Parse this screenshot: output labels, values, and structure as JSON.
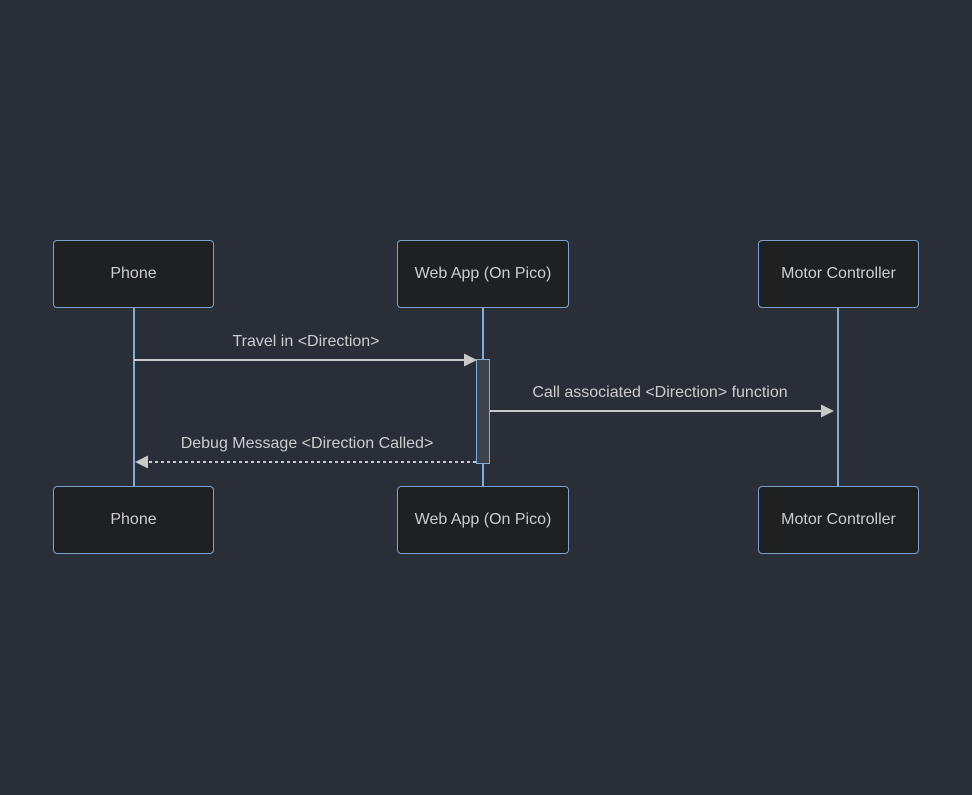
{
  "diagram": {
    "type": "sequence",
    "participants": [
      {
        "id": "phone",
        "label": "Phone"
      },
      {
        "id": "webapp",
        "label": "Web App (On Pico)"
      },
      {
        "id": "motor",
        "label": "Motor Controller"
      }
    ],
    "messages": [
      {
        "from": "Phone",
        "to": "Web App (On Pico)",
        "text": "Travel in <Direction>",
        "line": "solid",
        "direction": "right"
      },
      {
        "from": "Web App (On Pico)",
        "to": "Motor Controller",
        "text": "Call associated <Direction> function",
        "line": "solid",
        "direction": "right"
      },
      {
        "from": "Web App (On Pico)",
        "to": "Phone",
        "text": "Debug Message <Direction Called>",
        "line": "dashed",
        "direction": "left"
      }
    ],
    "activations": [
      {
        "participant": "Web App (On Pico)",
        "from_message": "Travel in <Direction>",
        "to_message": "Debug Message <Direction Called>"
      }
    ]
  },
  "colors": {
    "background": "#2a2e39",
    "actor_fill": "#1f2022",
    "actor_border": "#7ba2cf",
    "lifeline": "#82aed6",
    "signal": "#c9c9c9",
    "text": "#cccccc",
    "activation_fill": "#3e424a",
    "activation_border": "#81b1db"
  }
}
